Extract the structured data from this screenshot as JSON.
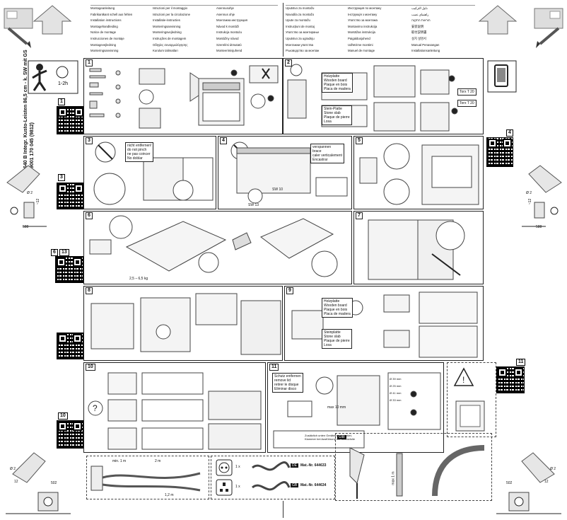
{
  "product": {
    "line1": "640 B Integr. Kusto-Leisten 86,5 cm - k. SW mit GS",
    "line2": "9001 170 045 (9812)"
  },
  "language_rows": [
    [
      "Montageanleitung",
      "Istruzioni per il montaggio",
      "Asennusohje"
    ],
    [
      "Fabrikantkant schell aus fehlen",
      "Istruzioni per la circolazione",
      "Asennus ohje"
    ],
    [
      "Installation instructions",
      "Installatie-instructies",
      "Монтажна инструкция"
    ],
    [
      "Montagehandleiding",
      "Monteringsanvisning",
      "Návod k montáži"
    ],
    [
      "Notice de montage",
      "Monteringsvejledning",
      "Instrukcja montażu"
    ],
    [
      "Instrucciones de montaje",
      "Instruções de montagem",
      "Montážny návod"
    ],
    [
      "Montagevejledning",
      "Οδηγίες συναρμολόγησης",
      "Szerelési útmutató"
    ],
    [
      "Monteringsanvisning",
      "Kurulum talimatları",
      "Monteerimisjuhend"
    ]
  ],
  "language_rows_right": [
    [
      "Uputstvo za montažu",
      "Инструкция по монтажу",
      "دليل التركيب"
    ],
    [
      "Navodila za montažo",
      "Інструкція з монтажу",
      "راهنمای نصب"
    ],
    [
      "Upute za montažu",
      "Упатство за монтажа",
      "הוראות התקנה"
    ],
    [
      "Instrucțiuni de montaj",
      "Montavimo instrukcija",
      "安装说明"
    ],
    [
      "Упатство за монтирање",
      "Montāžas instrukcija",
      "取付説明書"
    ],
    [
      "Uputstvo za ugradnju",
      "Paigaldusjuhend",
      "설치 설명서"
    ],
    [
      "Монтажни упатства",
      "Udhëzime montimi",
      "Manual Penasangan"
    ],
    [
      "Ръководство за монтаж",
      "Manuel de montage",
      "Installationsanleitung"
    ]
  ],
  "qr_labels": {
    "q1": "1",
    "q3": "3",
    "q4": "4",
    "q6": "6",
    "q6b": "13",
    "q10": "10",
    "q11": "11"
  },
  "steps": [
    {
      "n": "1"
    },
    {
      "n": "2"
    },
    {
      "n": "3"
    },
    {
      "n": "4"
    },
    {
      "n": "5"
    },
    {
      "n": "6"
    },
    {
      "n": "7"
    },
    {
      "n": "8"
    },
    {
      "n": "9"
    },
    {
      "n": "10"
    },
    {
      "n": "11"
    }
  ],
  "step2": {
    "materials": [
      "Holzplatte",
      "Wooden board",
      "Plaque en bois",
      "Placa de madera"
    ],
    "stone": [
      "Stein-Platte",
      "Stone slab",
      "Plaque de pierre",
      "Losa"
    ],
    "torx1": "Torx T 20",
    "torx2": "Torx T 20"
  },
  "step3": {
    "labels": [
      "nicht entfernen!",
      "do not pinch",
      "ne pas coincer",
      "No doblar"
    ]
  },
  "step4": {
    "labels": [
      "verspannen",
      "brace",
      "caler verticalement",
      "Encastrar"
    ],
    "dim": "SW 10",
    "dim2": "SW 13"
  },
  "step6": {
    "weight": "2,5 – 6,5 kg"
  },
  "step9": {
    "wood": [
      "Holzplatte",
      "Wooden board",
      "Plaque en bois",
      "Placa de madera"
    ],
    "stone": [
      "Steinplatte",
      "Stone slab",
      "Plaque de pierre",
      "Losa"
    ]
  },
  "step11": {
    "warn": [
      "Schutz entfernen",
      "remove lid",
      "retirer le disque",
      "Eliminar disco"
    ],
    "dim": "max 10 mm",
    "note": "Zusätzlich unten Geräteinnen-Sockel-Klammer  bei Ausführung mit Schutzfolie"
  },
  "side": {
    "d_left": "Ø 2",
    "d_left2": "~12",
    "len_left": "588",
    "d_right": "Ø 2",
    "d_right2": "~12",
    "len_right": "588",
    "bl_d": "Ø 2",
    "bl_12": "12",
    "bl_len": "502",
    "br_d": "Ø 2",
    "br_12": "12",
    "br_len": "502"
  },
  "accessories": {
    "mat1_qty": "1 x",
    "mat1_label": "Mat.-Nr. 644633",
    "mat2_qty": "1 x",
    "mat2_label": "Mat.-Nr. 644634",
    "len_a": "min. 1 m",
    "len_b": "2 m",
    "len_c": "1,2 m",
    "badge1": "DE",
    "badge2": "GB",
    "gb_tag": "GB",
    "gb_dim": "max 1 m"
  },
  "step11_side": {
    "dims": [
      "Ø 39 mm",
      "Ø 25 mm",
      "Ø 41 mm",
      "Ø 33 mm"
    ]
  }
}
